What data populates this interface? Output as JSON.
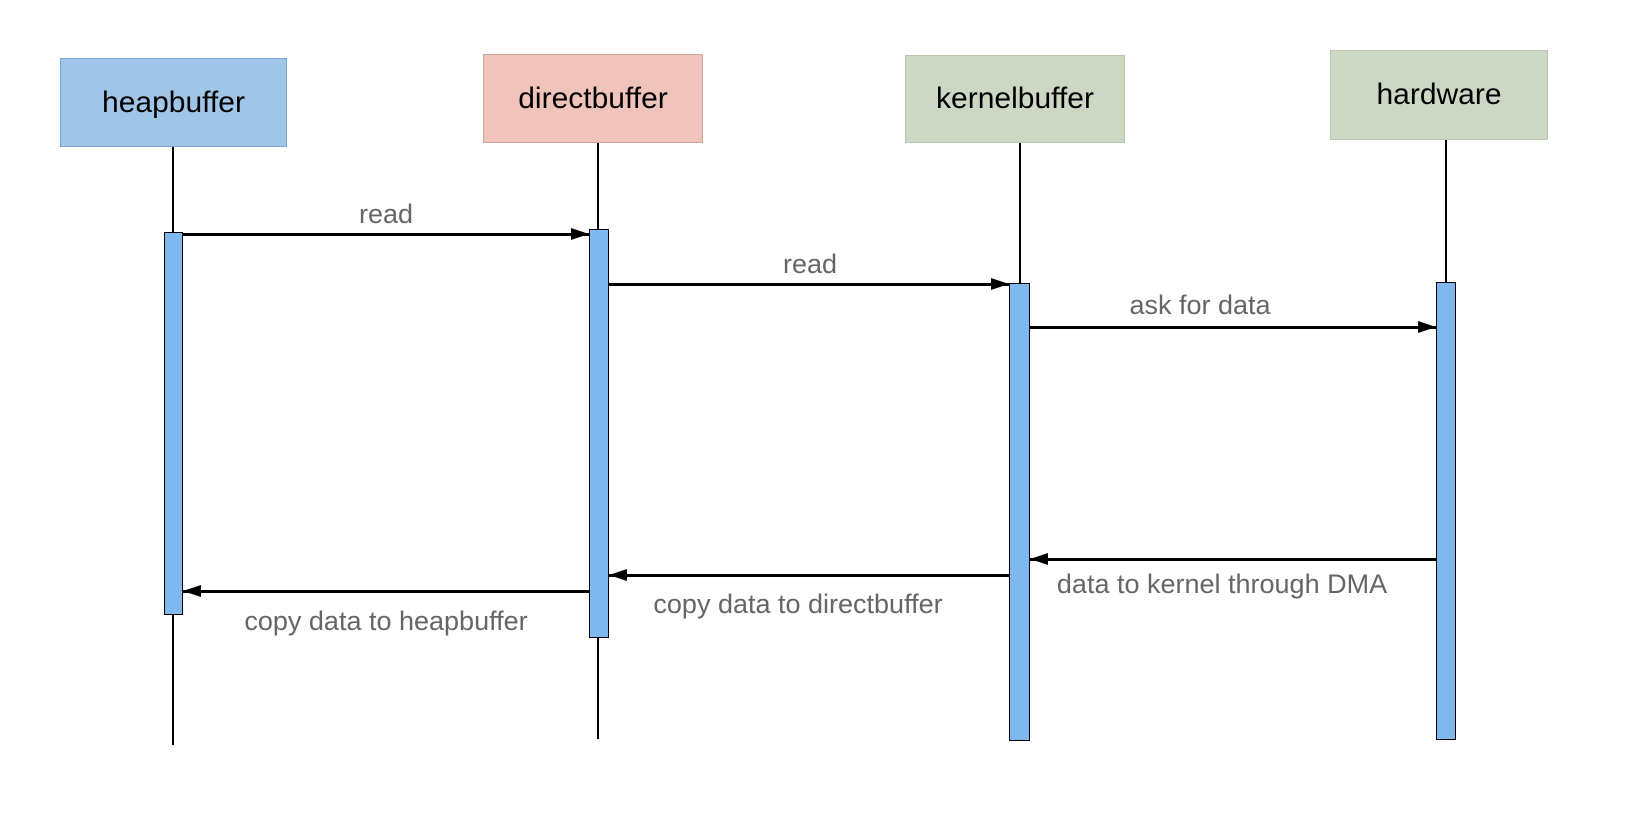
{
  "diagram": {
    "type": "uml-sequence-diagram",
    "background_color": "#ffffff",
    "line_color": "#000000",
    "activation_bar_color": "#7fb8ef",
    "message_text_color": "#666666",
    "actors": [
      {
        "id": "heapbuffer",
        "label": "heapbuffer",
        "fill": "#9fc5e8",
        "border": "#7da7d8",
        "text_color": "#000000"
      },
      {
        "id": "directbuffer",
        "label": "directbuffer",
        "fill": "#f0c4bb",
        "border": "#cfa49b",
        "text_color": "#000000"
      },
      {
        "id": "kernelbuffer",
        "label": "kernelbuffer",
        "fill": "#ccd8c3",
        "border": "#b9c6b0",
        "text_color": "#000000"
      },
      {
        "id": "hardware",
        "label": "hardware",
        "fill": "#ccd8c3",
        "border": "#b9c6b0",
        "text_color": "#000000"
      }
    ],
    "messages": [
      {
        "label": "read",
        "from": "heapbuffer",
        "to": "directbuffer",
        "direction": "right"
      },
      {
        "label": "read",
        "from": "directbuffer",
        "to": "kernelbuffer",
        "direction": "right"
      },
      {
        "label": "ask for data",
        "from": "kernelbuffer",
        "to": "hardware",
        "direction": "right"
      },
      {
        "label": "data to kernel through DMA",
        "from": "hardware",
        "to": "kernelbuffer",
        "direction": "left"
      },
      {
        "label": "copy data to directbuffer",
        "from": "kernelbuffer",
        "to": "directbuffer",
        "direction": "left"
      },
      {
        "label": "copy data to heapbuffer",
        "from": "directbuffer",
        "to": "heapbuffer",
        "direction": "left"
      }
    ]
  }
}
